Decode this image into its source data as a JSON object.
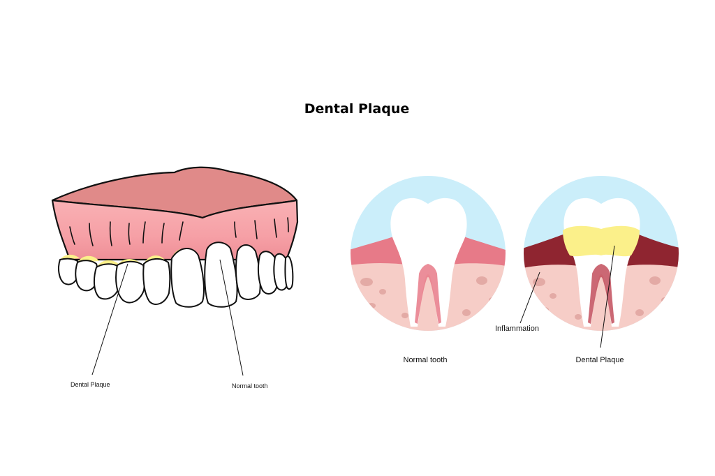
{
  "title": "Dental Plaque",
  "upper_jaw": {
    "label_plaque": "Dental Plaque",
    "label_normal": "Normal tooth"
  },
  "cross_section_normal": {
    "caption": "Normal tooth"
  },
  "cross_section_plaque": {
    "label_inflammation": "Inflammation",
    "caption": "Dental Plaque"
  },
  "colors": {
    "gum_top": "#e08a89",
    "gum_front": "#f8a9ad",
    "gum_healthy": "#e77a88",
    "gum_inflamed": "#8f2530",
    "bone": "#f6cdc7",
    "bone_spot": "#e3aaa5",
    "sky": "#cbeefa",
    "plaque": "#fbf08a",
    "tooth": "#ffffff",
    "outline": "#111111"
  }
}
